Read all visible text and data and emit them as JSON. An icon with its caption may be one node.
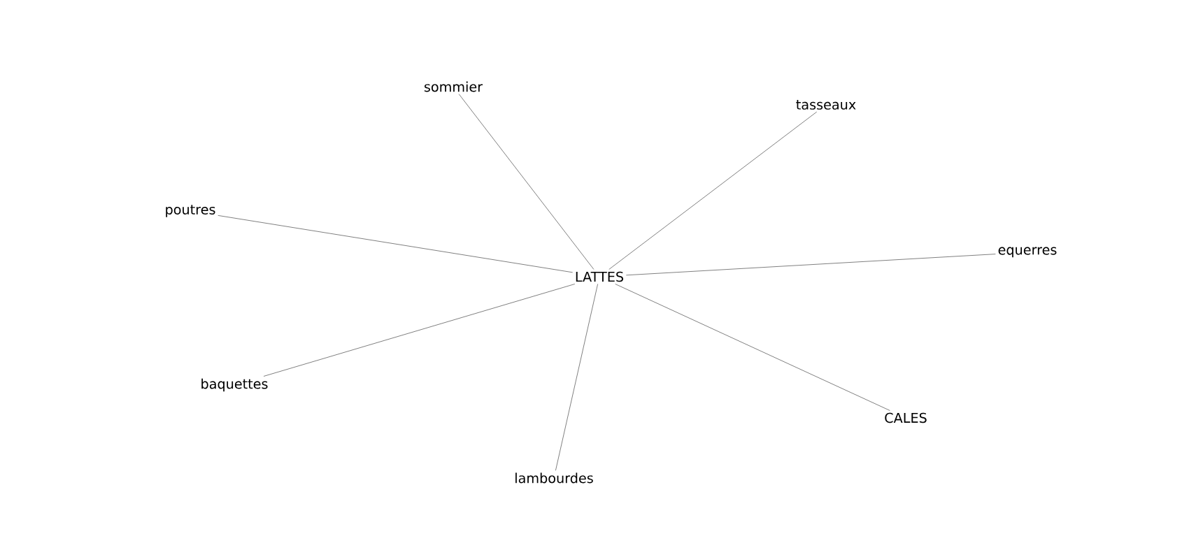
{
  "diagram": {
    "nodes": [
      {
        "text": [
          "sommier"
        ]
      },
      {
        "text": [
          "tasseaux"
        ]
      },
      {
        "text": [
          "poutres"
        ]
      },
      {
        "text": [
          "equerres"
        ]
      },
      {
        "text": [
          "LATTES"
        ]
      },
      {
        "text": [
          "baquettes"
        ]
      },
      {
        "text": [
          "CALES"
        ]
      },
      {
        "text": [
          "lambourdes"
        ]
      }
    ],
    "edges": [
      {
        "from": 4,
        "to": 0,
        "arrow": "none"
      },
      {
        "from": 4,
        "to": 1,
        "arrow": "none"
      },
      {
        "from": 4,
        "to": 2,
        "arrow": "none"
      },
      {
        "from": 4,
        "to": 3,
        "arrow": "none"
      },
      {
        "from": 4,
        "to": 5,
        "arrow": "none"
      },
      {
        "from": 4,
        "to": 6,
        "arrow": "none"
      },
      {
        "from": 4,
        "to": 7,
        "arrow": "none"
      }
    ]
  }
}
